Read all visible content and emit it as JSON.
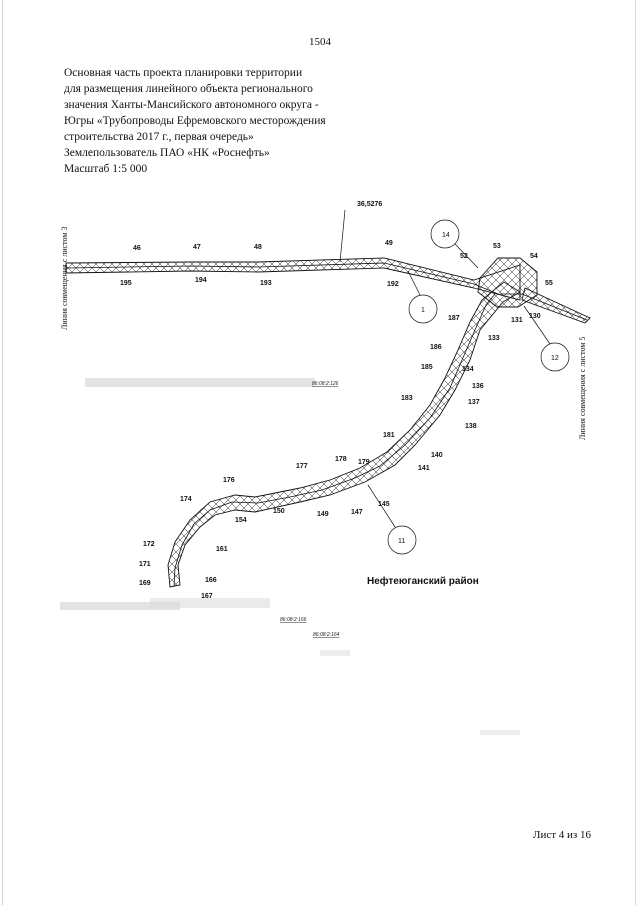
{
  "page_number": "1504",
  "header_lines": [
    "Основная часть проекта планировки территории",
    "для размещения линейного объекта регионального",
    "значения Ханты-Мансийского автономного округа -",
    "Югры «Трубопроводы Ефремовского месторождения",
    "строительства 2017 г., первая очередь»",
    "Землепользователь ПАО «НК «Роснефть»",
    "Масштаб 1:5 000"
  ],
  "left_edge_label": "Линия совмещения с листом 3",
  "right_edge_label": "Линия совмещения с листом 5",
  "top_label": "36,5276",
  "district_label": "Нефтеюганский район",
  "cadastral_labels": [
    "86:08:2:126",
    "86:08:2:166",
    "86:08:2:164"
  ],
  "callouts": [
    "1",
    "11",
    "12",
    "14"
  ],
  "points": {
    "p46": "46",
    "p47": "47",
    "p48": "48",
    "p49": "49",
    "p52": "52",
    "p53": "53",
    "p54": "54",
    "p55": "55",
    "p195": "195",
    "p194": "194",
    "p193": "193",
    "p192": "192",
    "p131": "131",
    "p130": "130",
    "p133": "133",
    "p134": "134",
    "p136": "136",
    "p137": "137",
    "p138": "138",
    "p140": "140",
    "p141": "141",
    "p145": "145",
    "p147": "147",
    "p149": "149",
    "p150": "150",
    "p154": "154",
    "p161": "161",
    "p166": "166",
    "p167": "167",
    "p169": "169",
    "p171": "171",
    "p172": "172",
    "p174": "174",
    "p176": "176",
    "p177": "177",
    "p178": "178",
    "p179": "179",
    "p181": "181",
    "p183": "183",
    "p185": "185",
    "p186": "186",
    "p187": "187"
  },
  "footer": "Лист 4 из 16",
  "colors": {
    "ink": "#111111",
    "faint": "#d9d9d9"
  }
}
